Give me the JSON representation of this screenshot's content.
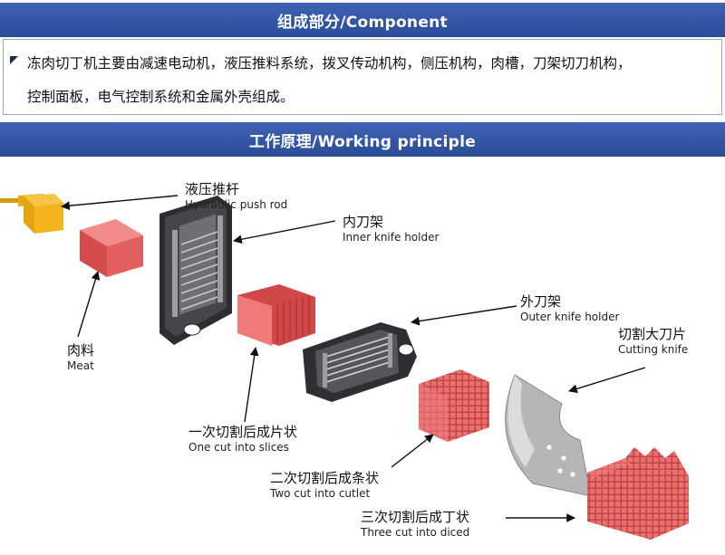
{
  "header_component": "组成部分/Component",
  "component_text_line1": "冻肉切丁机主要由减速电动机，液压推料系统，拨叉传动机构，侧压机构，肉槽，刀架切刀机构，",
  "component_text_line2": "控制面板，电气控制系统和金属外壳组成。",
  "header_principle": "工作原理/Working principle",
  "labels": {
    "hydraulic_push_rod": {
      "cn": "液压推杆",
      "en": "Hydraulic push rod"
    },
    "inner_knife_holder": {
      "cn": "内刀架",
      "en": "Inner knife holder"
    },
    "outer_knife_holder": {
      "cn": "外刀架",
      "en": "Outer knife holder"
    },
    "cutting_knife": {
      "cn": "切割大刀片",
      "en": "Cutting knife"
    },
    "meat": {
      "cn": "肉料",
      "en": "Meat"
    },
    "slices": {
      "cn": "一次切割后成片状",
      "en": "One cut into slices"
    },
    "cutlet": {
      "cn": "二次切割后成条状",
      "en": "Two cut into cutlet"
    },
    "diced": {
      "cn": "三次切割后成丁状",
      "en": "Three cut into diced"
    }
  },
  "colors": {
    "header_blue": "#2f55a4",
    "meat_red": "#e05555",
    "frame_dark": "#3a3a3e",
    "push_rod_yellow": "#f3b51b",
    "knife_gray": "#a9a9a9"
  }
}
